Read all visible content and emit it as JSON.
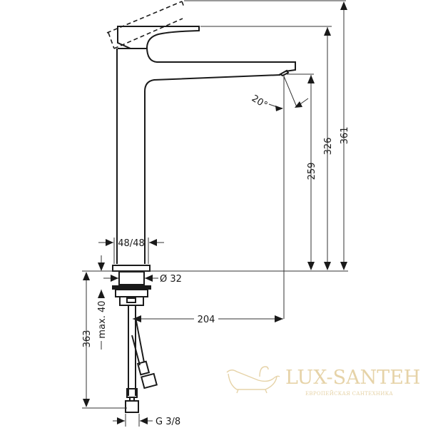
{
  "dimensions": {
    "total_height": "361",
    "handle_height": "326",
    "spout_height": "259",
    "spout_angle": "20°",
    "body_width": "48/48",
    "base_diameter": "Ø 32",
    "projection": "204",
    "below_deck": "363",
    "max_deck_thickness": "max. 40",
    "connection": "G 3/8"
  },
  "watermark": {
    "brand": "LUX-SANTEH",
    "tagline": "ЕВРОПЕЙСКАЯ САНТЕХНИКА",
    "color": "#e6d3a8"
  }
}
